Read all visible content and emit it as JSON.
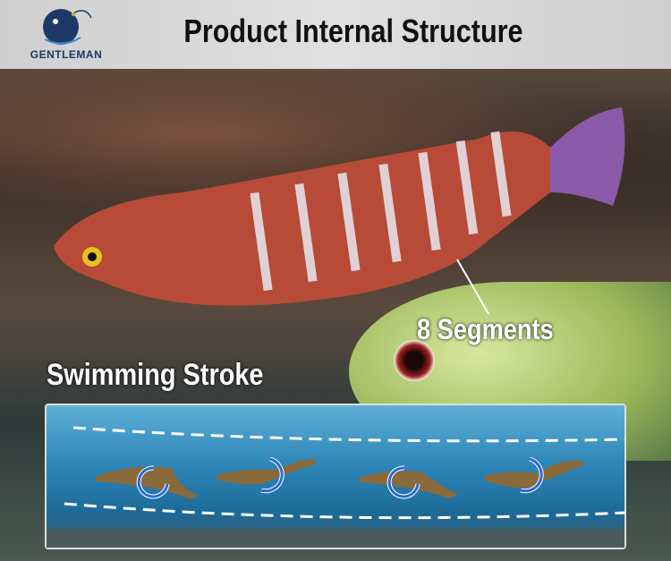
{
  "brand": {
    "name": "GENTLEMAN"
  },
  "header": {
    "title": "Product Internal Structure"
  },
  "labels": {
    "segments": "8 Segments",
    "swimming_stroke": "Swimming Stroke"
  },
  "colors": {
    "header_bg": "#d8d8d8",
    "title": "#111111",
    "label": "#ffffff",
    "lure_body": "#b84a38",
    "water": "#2e88b8"
  }
}
